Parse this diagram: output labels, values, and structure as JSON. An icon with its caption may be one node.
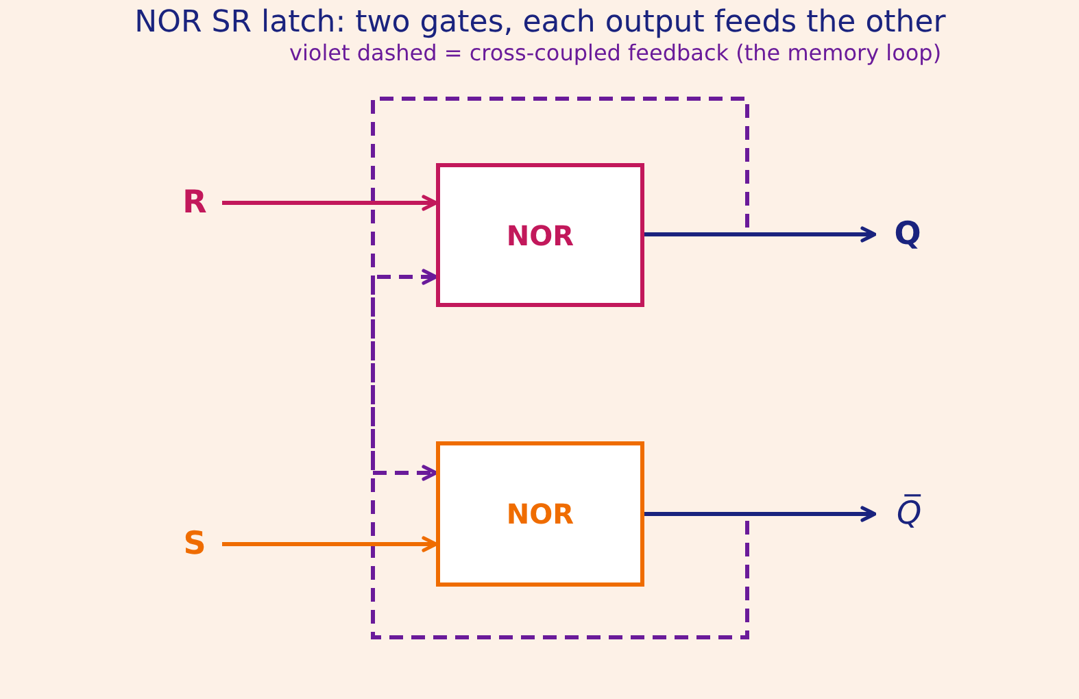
{
  "diagram": {
    "title": "NOR SR latch: two gates, each output feeds the other",
    "nodes": [
      {
        "text": [
          "R"
        ]
      },
      {
        "text": [
          "NOR"
        ]
      },
      {
        "text": [
          "Q"
        ]
      },
      {
        "text": [
          "S"
        ]
      },
      {
        "text": [
          "NOR"
        ]
      },
      {
        "text": [
          "Q̅"
        ]
      }
    ],
    "edges": [
      {
        "from": 0,
        "to": 1,
        "arrow": "to",
        "color": "#c2185b"
      },
      {
        "from": 1,
        "to": 2,
        "arrow": "to",
        "color": "#1a237e"
      },
      {
        "from": 3,
        "to": 4,
        "arrow": "to",
        "color": "#ef6c00"
      },
      {
        "from": 4,
        "to": 5,
        "arrow": "to",
        "color": "#1a237e"
      },
      {
        "from": 1,
        "to": 4,
        "arrow": "to",
        "style": "dashed",
        "color": "#6a1b9a"
      },
      {
        "from": 4,
        "to": 1,
        "arrow": "to",
        "style": "dashed",
        "color": "#6a1b9a"
      }
    ],
    "labels": [
      "violet dashed = cross-coupled feedback (the memory loop)"
    ]
  }
}
